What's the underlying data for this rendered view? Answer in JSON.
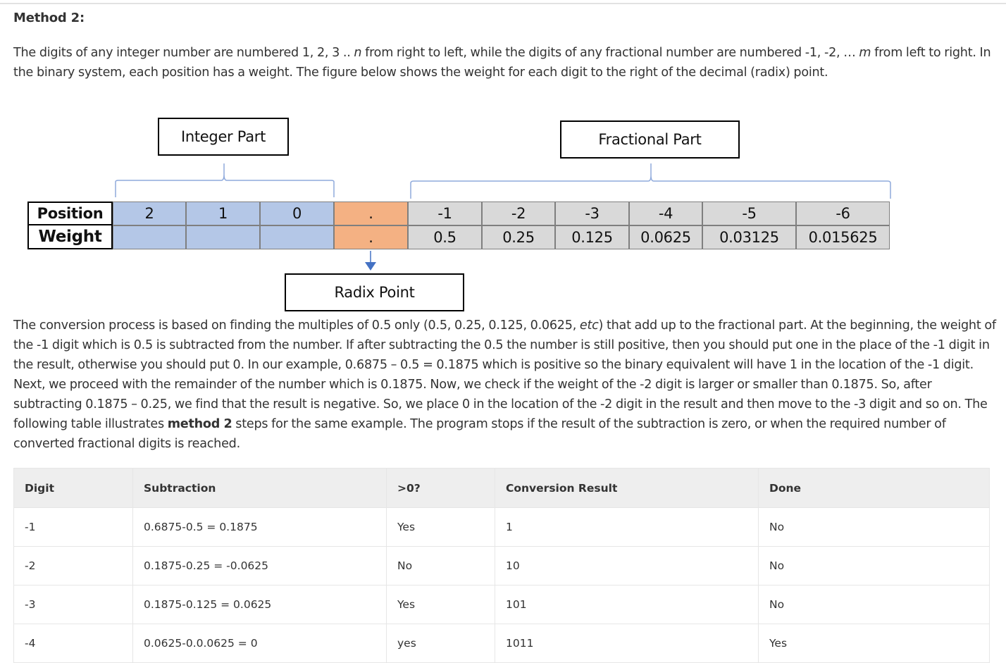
{
  "heading": "Method 2:",
  "intro": {
    "p1": "The digits of any integer number are numbered 1, 2, 3 .. ",
    "n": "n",
    "p2": " from right to left, while the digits of any fractional number are numbered -1, -2, … ",
    "m": "m",
    "p3": " from left to right. In the binary system, each position has a weight. The figure below shows the weight for each digit to the right of the decimal (radix) point."
  },
  "figure": {
    "integer_part_label": "Integer Part",
    "fractional_part_label": "Fractional Part",
    "radix_point_label": "Radix Point",
    "position_label": "Position",
    "weight_label": "Weight",
    "integer_positions": [
      "2",
      "1",
      "0"
    ],
    "radix_symbol": ".",
    "fractional_positions": [
      "-1",
      "-2",
      "-3",
      "-4",
      "-5",
      "-6"
    ],
    "fractional_weights": [
      "0.5",
      "0.25",
      "0.125",
      "0.0625",
      "0.03125",
      "0.015625"
    ],
    "colors": {
      "integer_fill": "#b4c7e7",
      "radix_fill": "#f4b183",
      "fraction_fill": "#d9d9d9",
      "brace": "#8faadc",
      "arrow": "#4472c4"
    }
  },
  "explanation": {
    "s1": "The conversion process is based on finding the multiples of 0.5 only (0.5, 0.25, 0.125, 0.0625, ",
    "etc": "etc",
    "s2": ") that add up to the fractional part. At the beginning, the weight of the -1 digit which is 0.5 is subtracted from the number. If after subtracting the 0.5 the number is still positive, then you should put one in the place of the -1 digit in the result, otherwise you should put 0. In our example, 0.6875 – 0.5 = 0.1875 which is positive so the binary equivalent will have 1 in the location of the -1 digit. Next, we proceed with the remainder of the number which is 0.1875. Now, we check if the weight of the -2 digit is larger or smaller than 0.1875. So, after subtracting 0.1875 – 0.25, we find that the result is negative. So, we place 0 in the location of the -2 digit in the result and then move to the -3 digit and so on. The following table illustrates ",
    "method": "method 2",
    "s3": " steps for the same example. The program stops if the result of the subtraction is zero, or when the required number of converted fractional digits is reached."
  },
  "table": {
    "headers": [
      "Digit",
      "Subtraction",
      ">0?",
      "Conversion Result",
      "Done"
    ],
    "rows": [
      [
        "-1",
        "0.6875-0.5 = 0.1875",
        "Yes",
        "1",
        "No"
      ],
      [
        "-2",
        "0.1875-0.25 = -0.0625",
        "No",
        "10",
        "No"
      ],
      [
        "-3",
        "0.1875-0.125 = 0.0625",
        "Yes",
        "101",
        "No"
      ],
      [
        "-4",
        "0.0625-0.0.0625 = 0",
        "yes",
        "1011",
        "Yes"
      ]
    ]
  }
}
